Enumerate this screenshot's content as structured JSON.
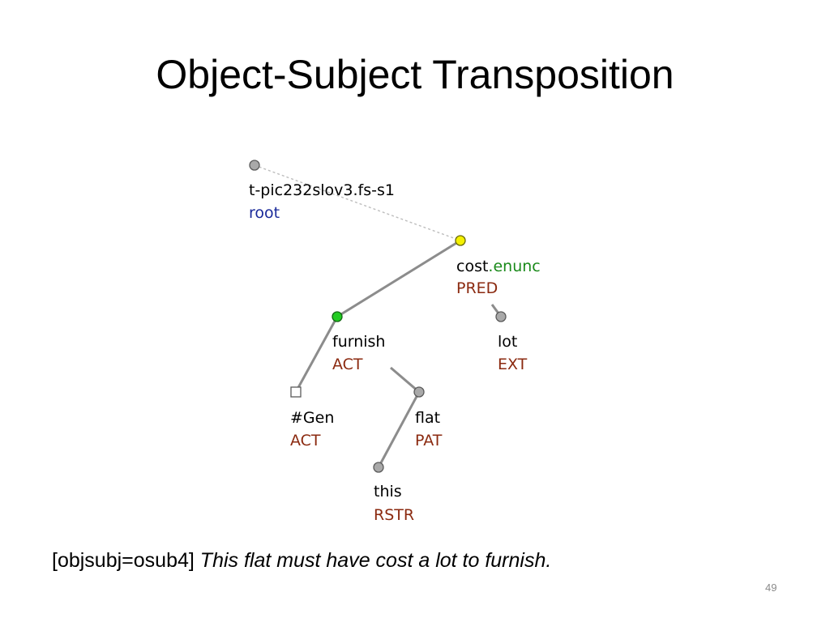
{
  "slide": {
    "title": "Object-Subject Transposition",
    "caption_tag": "[objsubj=osub4]",
    "caption_sentence": "This flat must have cost a lot to furnish.",
    "slide_number": "49"
  },
  "tree": {
    "root": {
      "label": "t-pic232slov3.fs-s1",
      "role": "root"
    },
    "nodes": [
      {
        "id": "cost",
        "lemma": "cost",
        "suffix": ".enunc",
        "functor": "PRED",
        "marker": "yellow"
      },
      {
        "id": "furnish",
        "lemma": "furnish",
        "suffix": "",
        "functor": "ACT",
        "marker": "green"
      },
      {
        "id": "lot",
        "lemma": "lot",
        "suffix": "",
        "functor": "EXT",
        "marker": "gray"
      },
      {
        "id": "gen",
        "lemma": "#Gen",
        "suffix": "",
        "functor": "ACT",
        "marker": "square"
      },
      {
        "id": "flat",
        "lemma": "flat",
        "suffix": "",
        "functor": "PAT",
        "marker": "gray"
      },
      {
        "id": "this",
        "lemma": "this",
        "suffix": "",
        "functor": "RSTR",
        "marker": "gray"
      }
    ],
    "edges": [
      {
        "from": "root",
        "to": "cost",
        "style": "dotted"
      },
      {
        "from": "cost",
        "to": "furnish",
        "style": "solid"
      },
      {
        "from": "cost",
        "to": "lot",
        "style": "solid"
      },
      {
        "from": "furnish",
        "to": "gen",
        "style": "solid"
      },
      {
        "from": "furnish",
        "to": "flat",
        "style": "solid"
      },
      {
        "from": "flat",
        "to": "this",
        "style": "solid"
      }
    ]
  },
  "colors": {
    "functor": "#8b2a10",
    "root_role": "#1a2a9a",
    "suffix": "#1a8a1a",
    "node_yellow": "#f4f000",
    "node_green": "#22cc22",
    "node_gray": "#a9a9a9",
    "edge": "#8c8c8c"
  }
}
